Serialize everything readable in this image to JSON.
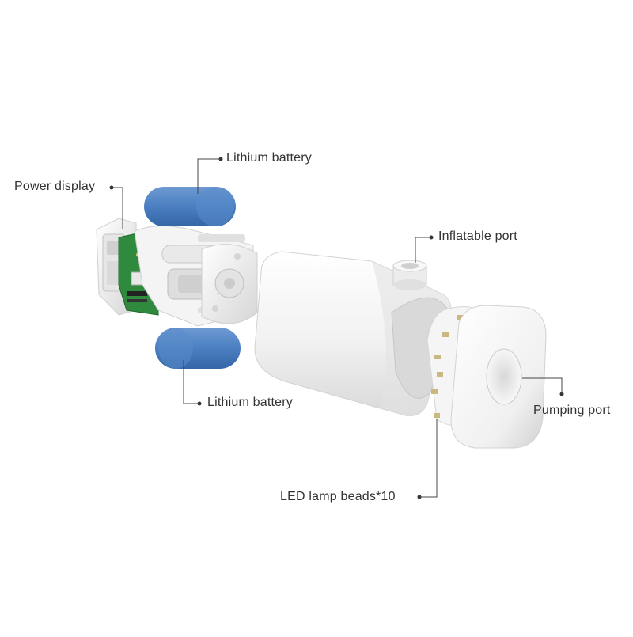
{
  "callouts": {
    "lithium_battery_top": "Lithium battery",
    "power_display": "Power display",
    "inflatable_port": "Inflatable port",
    "lithium_battery_bottom": "Lithium battery",
    "pumping_port": "Pumping port",
    "led_lamp_beads": "LED lamp beads*10"
  },
  "colors": {
    "battery_blue": "#4a7fc1",
    "housing_white": "#f3f3f3",
    "pcb_green": "#2f8a3e",
    "leader_line": "#444444"
  }
}
